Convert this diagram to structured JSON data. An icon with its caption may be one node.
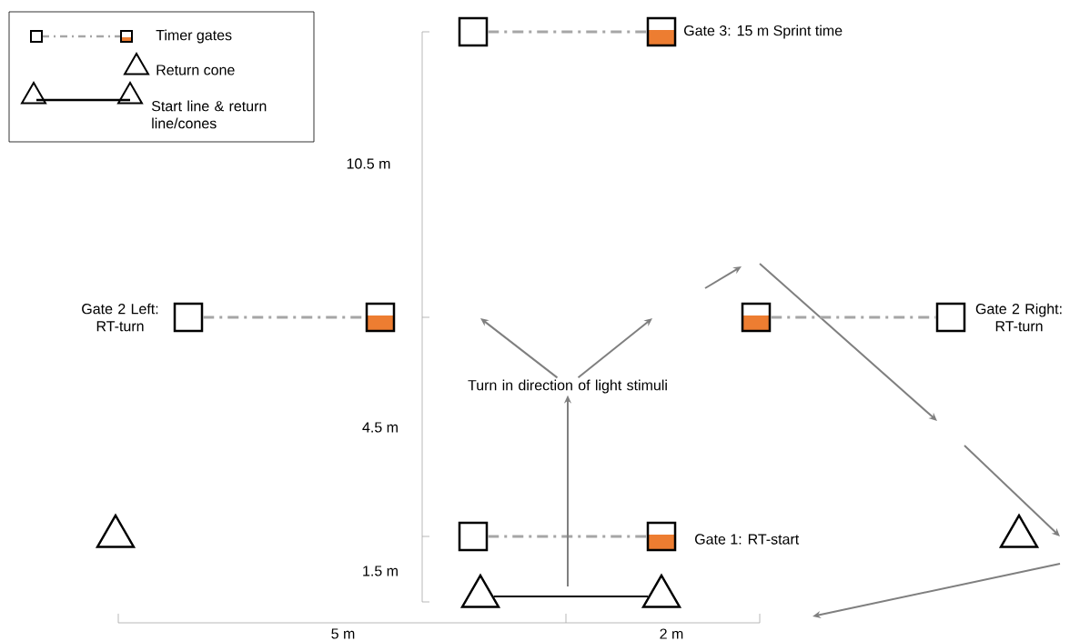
{
  "diagram": {
    "nodes": [
      {
        "text": [],
        "shape": "box"
      },
      {
        "text": [],
        "shape": "box",
        "beside": [
          "Gate 1: RT-start"
        ]
      },
      {
        "text": [],
        "shape": "box",
        "beside": [
          "Gate 2 Left: RT-turn"
        ]
      },
      {
        "text": [],
        "shape": "box"
      },
      {
        "text": [],
        "shape": "box"
      },
      {
        "text": [],
        "shape": "box",
        "beside": [
          "Gate 2 Right: RT-turn"
        ]
      },
      {
        "text": [],
        "shape": "box"
      },
      {
        "text": [],
        "shape": "box",
        "beside": [
          "Gate 3: 15 m Sprint time"
        ]
      },
      {
        "text": [],
        "shape": "triangle"
      },
      {
        "text": [],
        "shape": "triangle"
      },
      {
        "text": [],
        "shape": "triangle"
      },
      {
        "text": [],
        "shape": "triangle"
      },
      {
        "text": [
          "Turn in direction of light stimuli"
        ]
      }
    ],
    "edges": [
      {
        "from": 0,
        "to": 1,
        "arrow": "none",
        "style": "dashed",
        "color": "#a6a6a6"
      },
      {
        "from": 2,
        "to": 3,
        "arrow": "none",
        "style": "dashed",
        "color": "#a6a6a6"
      },
      {
        "from": 4,
        "to": 5,
        "arrow": "none",
        "style": "dashed",
        "color": "#a6a6a6"
      },
      {
        "from": 6,
        "to": 7,
        "arrow": "none",
        "style": "dashed",
        "color": "#a6a6a6"
      },
      {
        "from": 8,
        "to": 9,
        "arrow": "none",
        "color": "#000000"
      },
      {
        "from": null,
        "to": 12,
        "arrow": "to"
      },
      {
        "from": 12,
        "to": null,
        "arrow": "to"
      },
      {
        "from": 12,
        "to": null,
        "arrow": "to"
      }
    ],
    "labels": [
      "10.5 m",
      "4.5 m",
      "1.5 m",
      "5 m",
      "2 m"
    ],
    "legend": [
      {
        "text": "Timer gates"
      },
      {
        "text": "Return cone"
      },
      {
        "text": "Start line & return line/cones"
      }
    ]
  }
}
